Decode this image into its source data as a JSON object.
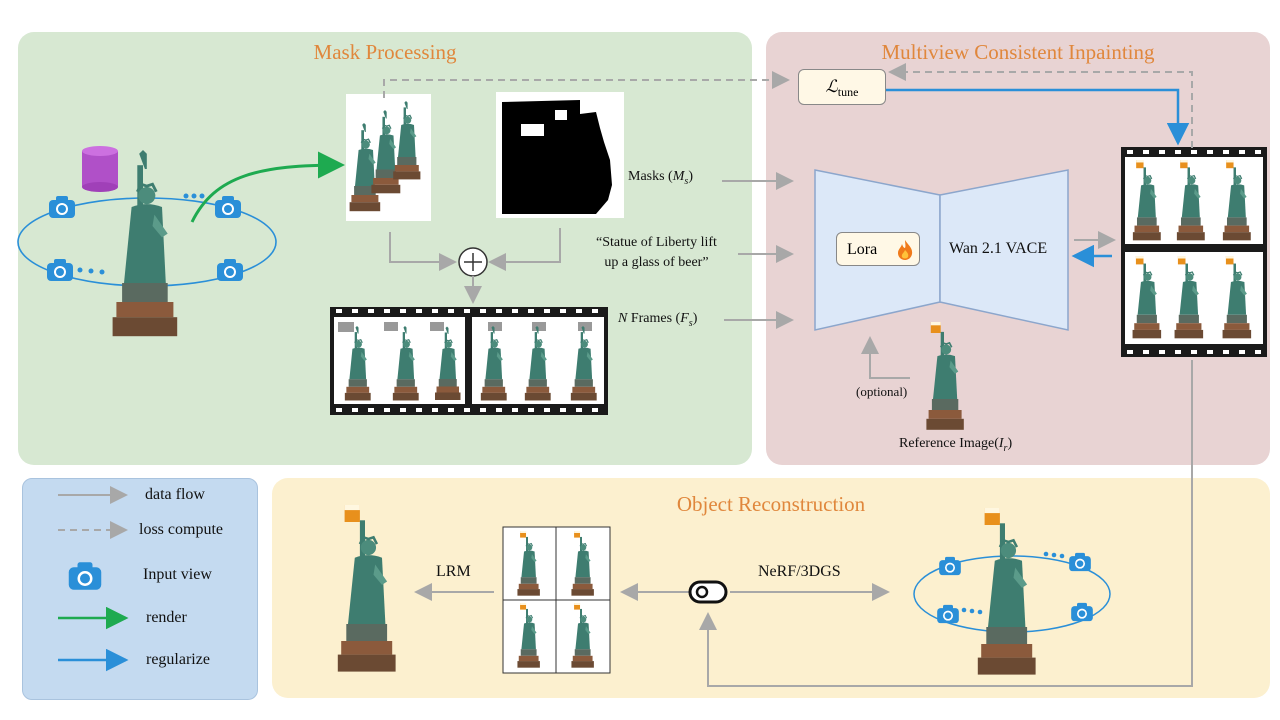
{
  "panels": {
    "mask": "Mask Processing",
    "inpaint": "Multiview Consistent Inpainting",
    "recon": "Object Reconstruction"
  },
  "labels": {
    "masks": "Masks (",
    "masks_sym": "M",
    "masks_sub": "s",
    "masks_end": ")",
    "prompt_line1": "“Statue of Liberty lift",
    "prompt_line2": "up a glass of beer”",
    "frames_n": "N",
    "frames_text": " Frames (",
    "frames_sym": "F",
    "frames_sub": "s",
    "frames_end": ")",
    "lora": "Lora",
    "wan": "Wan 2.1 VACE",
    "optional": "(optional)",
    "reference": "Reference Image(",
    "reference_sym": "I",
    "reference_sub": "r",
    "reference_end": ")",
    "loss": "ℒ",
    "loss_sub": "tune",
    "lrm": "LRM",
    "nerf": "NeRF/3DGS"
  },
  "legend": {
    "data_flow": "data flow",
    "loss_compute": "loss compute",
    "input_view": "Input view",
    "render": "render",
    "regularize": "regularize"
  },
  "colors": {
    "panel_green": "#D7E8D2",
    "panel_pink": "#E8D3D3",
    "panel_yellow": "#FCF0CF",
    "panel_blue": "#C4DAF0",
    "title_orange": "#E0873C",
    "arrow_gray": "#A8A8A8",
    "arrow_green": "#1EAA50",
    "arrow_blue": "#2A8FD8",
    "statue_teal": "#3E7D70",
    "trapezoid_fill": "#DCE8F8",
    "trapezoid_stroke": "#8CA6CC"
  },
  "icons": [
    "camera-icon",
    "fire-icon",
    "plus-circle-icon",
    "toggle-icon",
    "beer-glass-icon",
    "purple-cylinder-icon"
  ]
}
